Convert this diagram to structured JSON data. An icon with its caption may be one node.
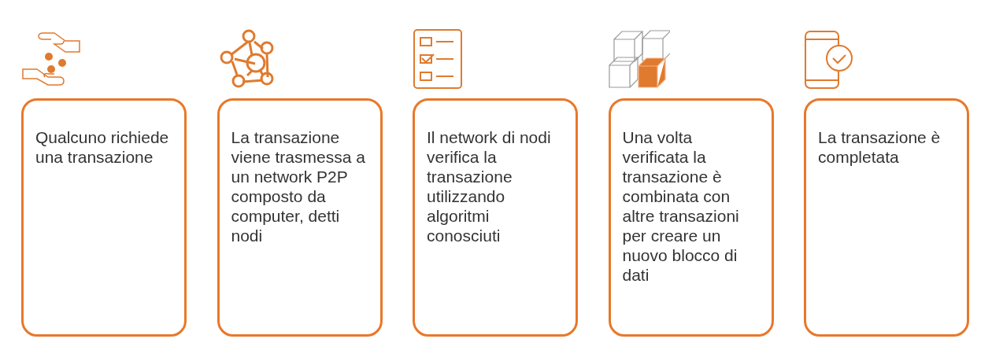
{
  "diagram": {
    "nodes": [
      {
        "text": [
          "Qualcuno richiede una transazione"
        ]
      },
      {
        "text": [
          "La transazione viene trasmessa a un network P2P composto da computer, detti nodi"
        ]
      },
      {
        "text": [
          "Il network di nodi verifica la transazione utilizzando algoritmi conosciuti"
        ]
      },
      {
        "text": [
          "Una volta verificata la transazione è combinata con altre transazioni per creare un nuovo blocco di dati"
        ]
      },
      {
        "text": [
          "La transazione è completata"
        ]
      }
    ]
  }
}
